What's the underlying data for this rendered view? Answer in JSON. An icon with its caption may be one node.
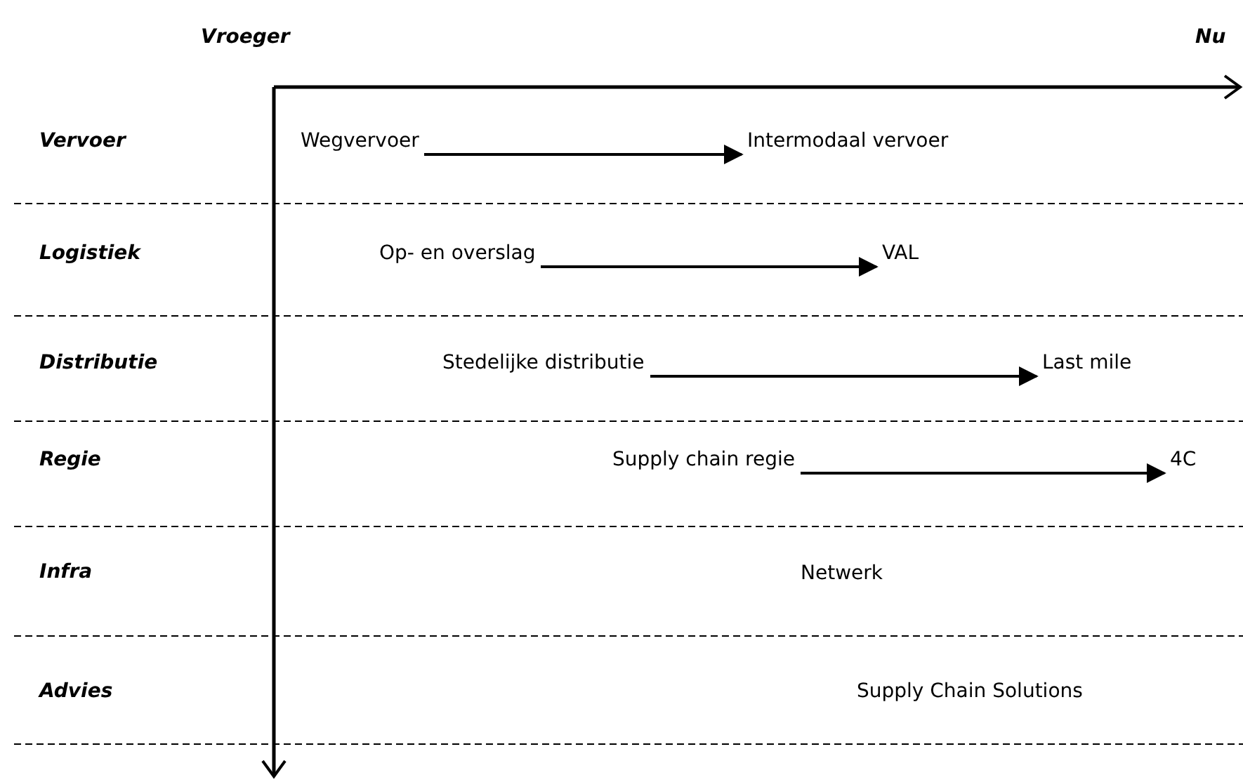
{
  "diagram": {
    "nodes": [
      {
        "text": [
          "Wegvervoer"
        ]
      },
      {
        "text": [
          "Intermodaal vervoer"
        ]
      },
      {
        "text": [
          "Op- en overslag"
        ]
      },
      {
        "text": [
          "VAL"
        ]
      },
      {
        "text": [
          "Stedelijke distributie"
        ]
      },
      {
        "text": [
          "Last mile"
        ]
      },
      {
        "text": [
          "Supply chain regie"
        ]
      },
      {
        "text": [
          "4C"
        ]
      },
      {
        "text": [
          "Netwerk"
        ]
      },
      {
        "text": [
          "Supply Chain Solutions"
        ]
      }
    ],
    "edges": [
      {
        "from": 0,
        "to": 1,
        "arrow": "to"
      },
      {
        "from": 2,
        "to": 3,
        "arrow": "to"
      },
      {
        "from": 4,
        "to": 5,
        "arrow": "to"
      },
      {
        "from": 6,
        "to": 7,
        "arrow": "to"
      }
    ],
    "labels": [
      "Vroeger",
      "Nu",
      "Vervoer",
      "Logistiek",
      "Distributie",
      "Regie",
      "Infra",
      "Advies"
    ]
  }
}
